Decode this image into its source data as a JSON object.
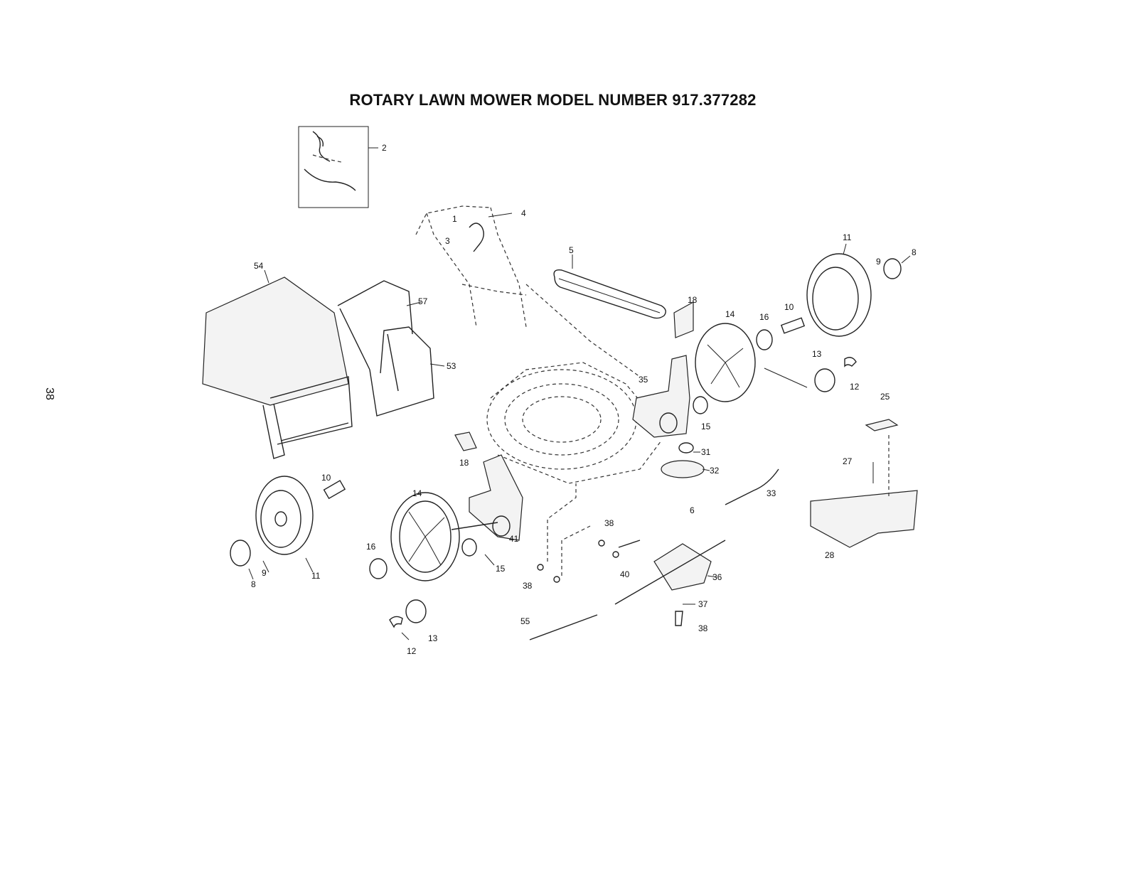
{
  "title": "ROTARY LAWN MOWER MODEL NUMBER 917.377282",
  "page_number": "38",
  "callouts": {
    "c2": "2",
    "c4": "4",
    "c1": "1",
    "c3": "3",
    "c5": "5",
    "c11r": "11",
    "c9r": "9",
    "c8r": "8",
    "c10r": "10",
    "c16r": "16",
    "c14r": "14",
    "c18r": "18",
    "c13r": "13",
    "c12r": "12",
    "c25": "25",
    "c35": "35",
    "c15r": "15",
    "c31": "31",
    "c32": "32",
    "c33": "33",
    "c27": "27",
    "c28": "28",
    "c54": "54",
    "c57": "57",
    "c53": "53",
    "c18l": "18",
    "c10l": "10",
    "c14l": "14",
    "c16l": "16",
    "c9l": "9",
    "c8l": "8",
    "c11l": "11",
    "c15l": "15",
    "c41": "41",
    "c12l": "12",
    "c13l": "13",
    "c38a": "38",
    "c38b": "38",
    "c40": "40",
    "c6": "6",
    "c36": "36",
    "c37": "37",
    "c38c": "38",
    "c55": "55"
  }
}
